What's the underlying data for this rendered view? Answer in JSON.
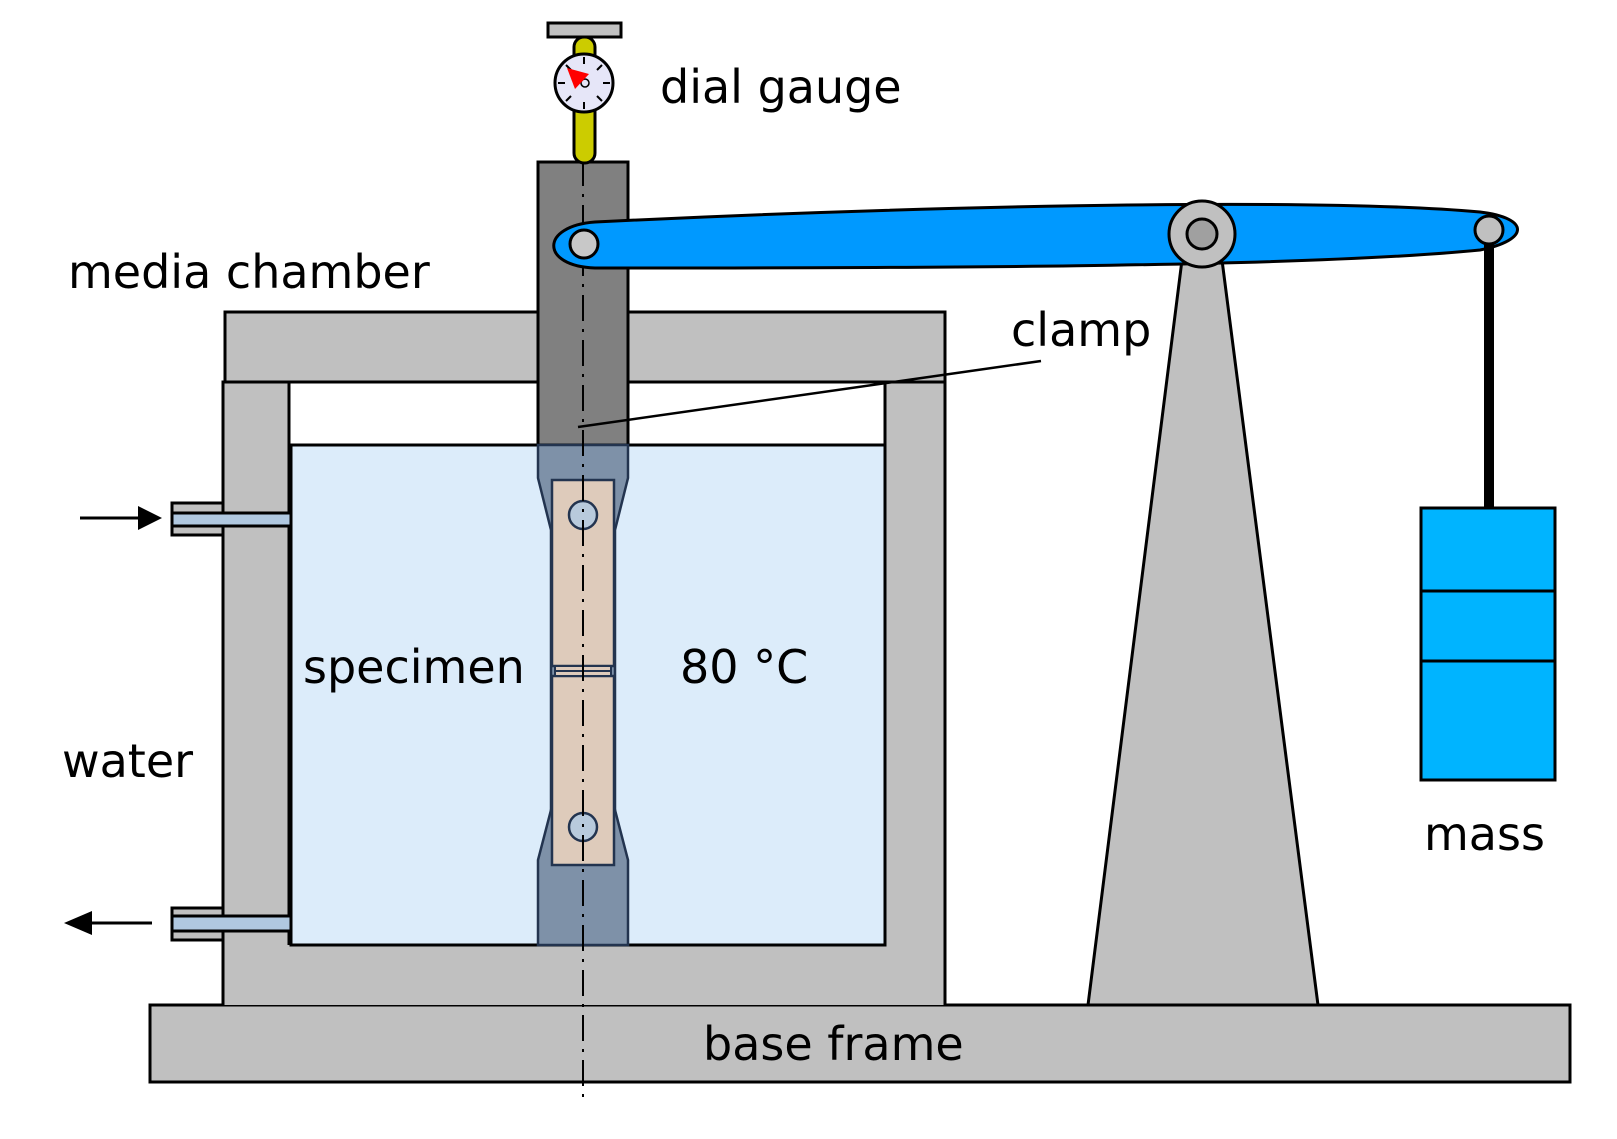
{
  "diagram": {
    "title": "Creep rupture test setup with lever arm",
    "labels": {
      "dial_gauge": "dial gauge",
      "media_chamber": "media chamber",
      "clamp": "clamp",
      "specimen": "specimen",
      "temperature": "80 °C",
      "water": "water",
      "mass": "mass",
      "base_frame": "base frame"
    },
    "colors": {
      "frame_gray": "#c0c0c0",
      "clamp_dark_gray": "#808080",
      "lever_blue": "#0099ff",
      "mass_blue": "#00b4ff",
      "water_fill": "#dcecfa",
      "specimen_fill": "#decbbb",
      "gauge_stem": "#cccc00",
      "gauge_needle": "#ff0000",
      "gauge_face": "#e6e6f8",
      "pipe_fill": "#b0c8e0",
      "submerged_clamp": "#7e91a8"
    },
    "flow": {
      "inlet_direction": "in",
      "outlet_direction": "out"
    }
  }
}
